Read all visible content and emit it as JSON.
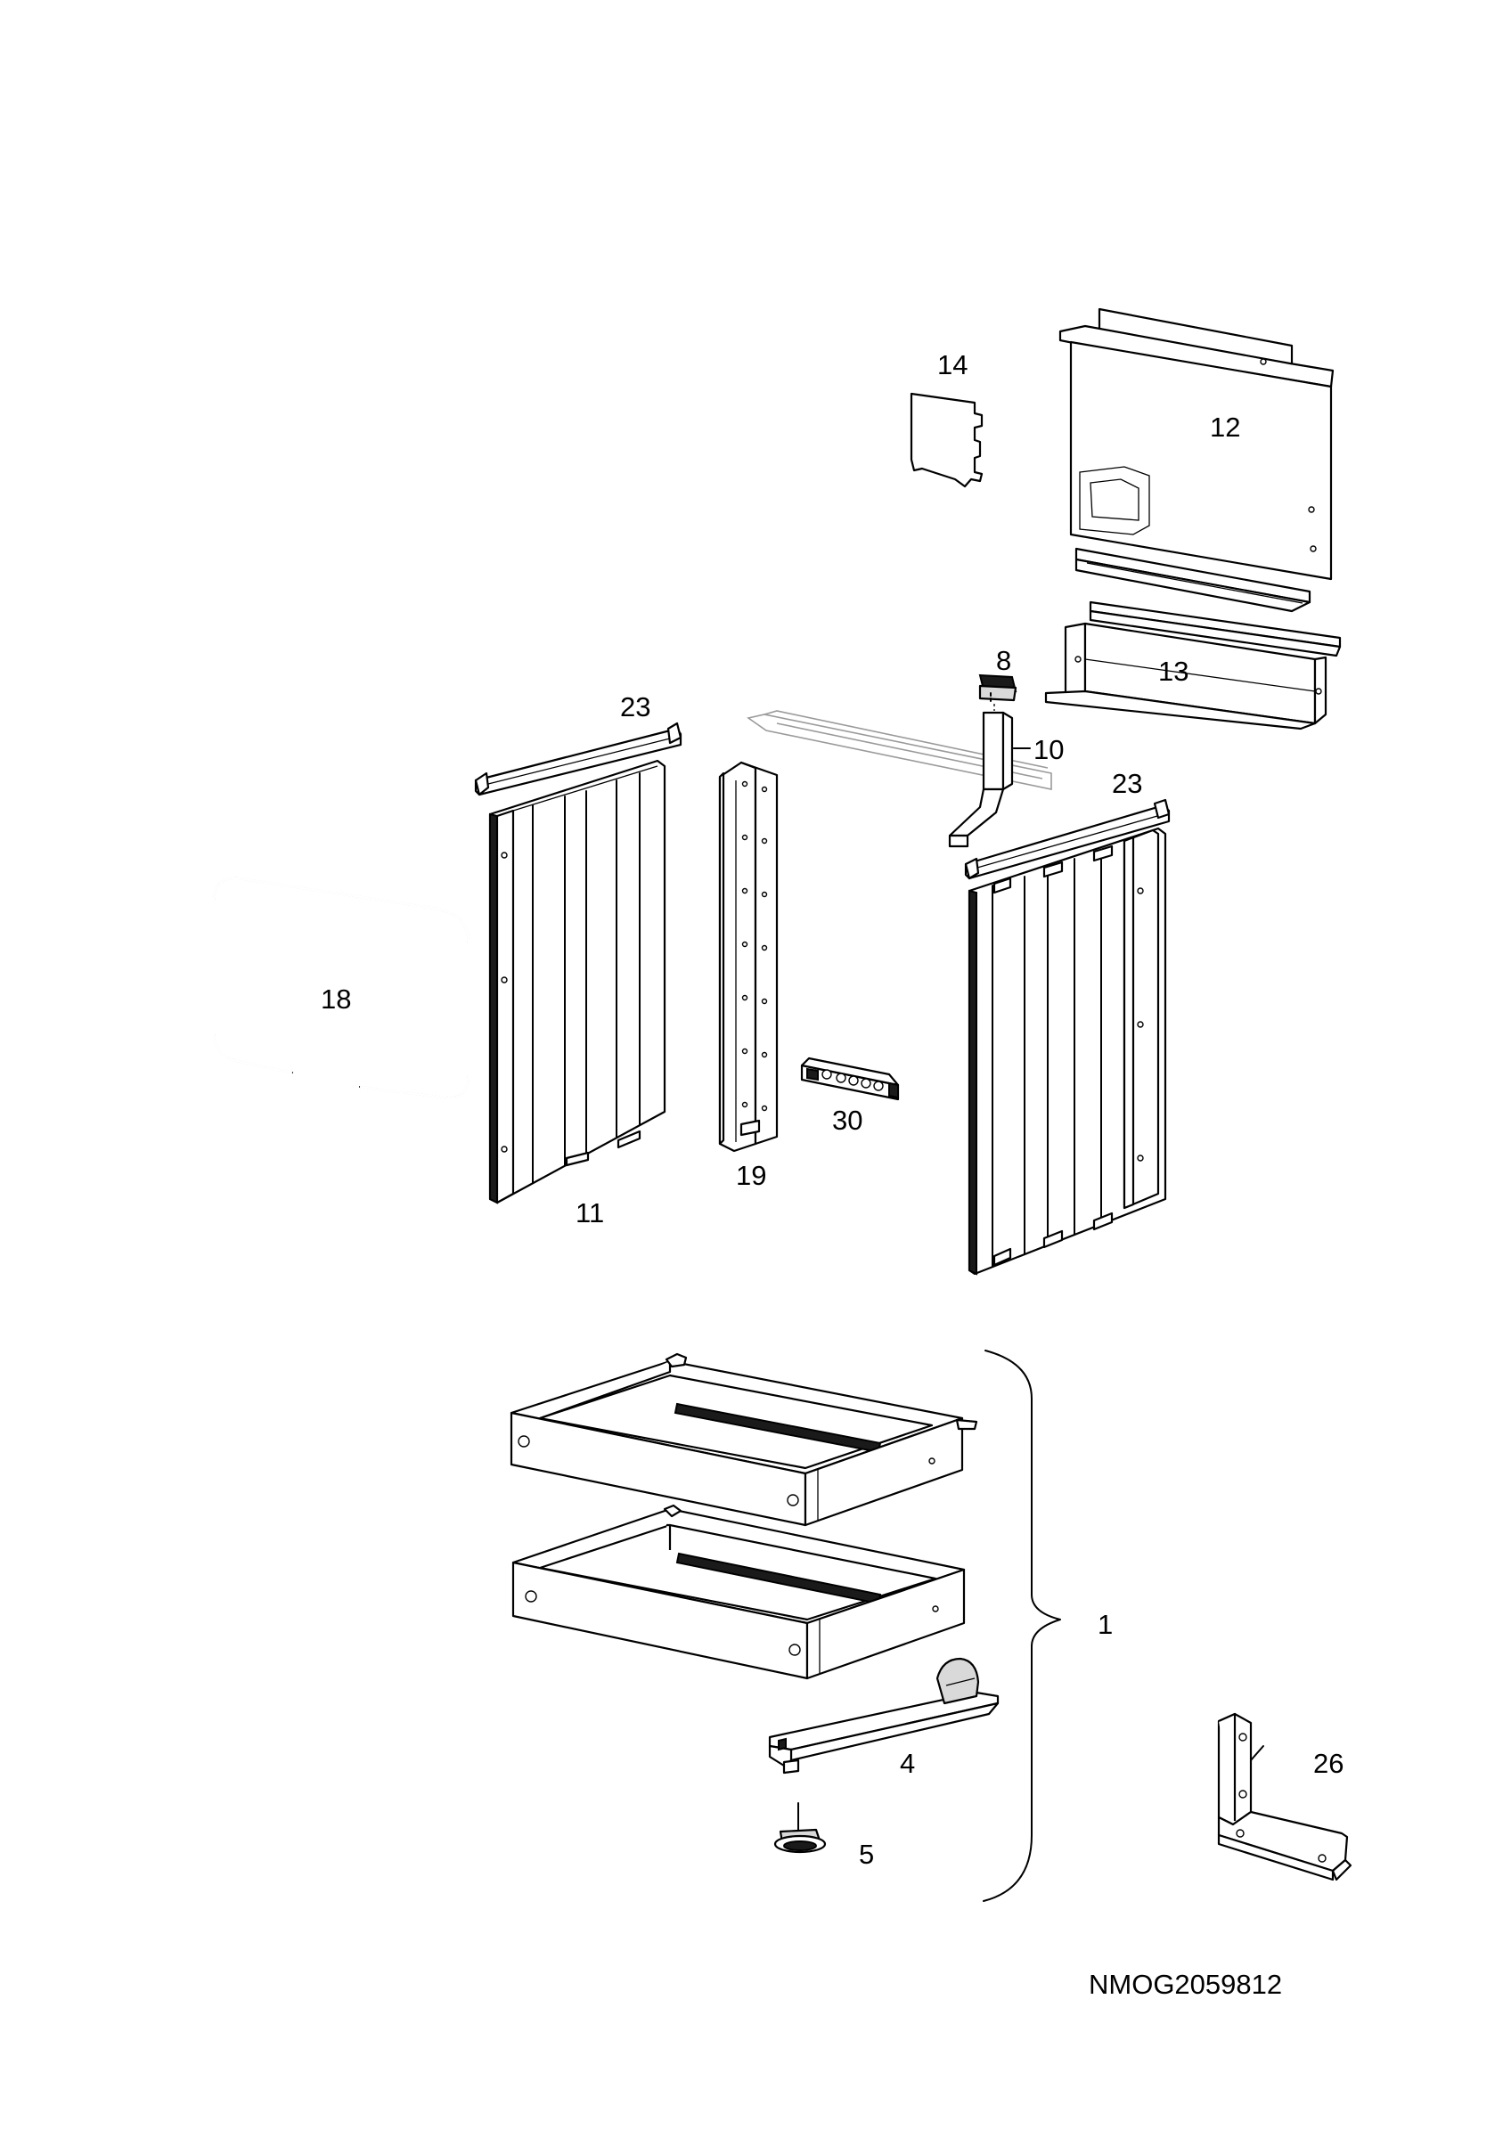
{
  "drawing_code": "NMOG2059812",
  "callouts": {
    "p1": "1",
    "p4": "4",
    "p5": "5",
    "p8": "8",
    "p10": "10",
    "p11": "11",
    "p12": "12",
    "p13": "13",
    "p14": "14",
    "p18": "18",
    "p19": "19",
    "p23a": "23",
    "p23b": "23",
    "p26": "26",
    "p30": "30"
  }
}
